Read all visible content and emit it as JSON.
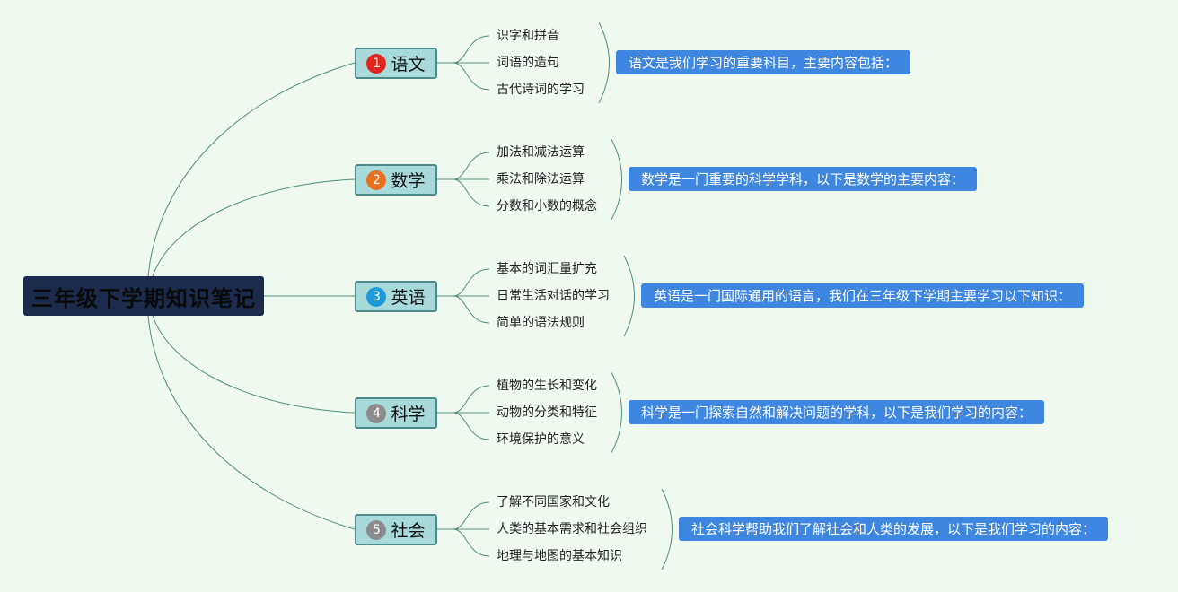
{
  "root": {
    "title": "三年级下学期知识笔记"
  },
  "topics": [
    {
      "number": "1",
      "label": "语文",
      "badge_color": "#e0261c",
      "items": [
        "识字和拼音",
        "词语的造句",
        "古代诗词的学习"
      ],
      "summary": "语文是我们学习的重要科目，主要内容包括："
    },
    {
      "number": "2",
      "label": "数学",
      "badge_color": "#e8701f",
      "items": [
        "加法和减法运算",
        "乘法和除法运算",
        "分数和小数的概念"
      ],
      "summary": "数学是一门重要的科学学科，以下是数学的主要内容："
    },
    {
      "number": "3",
      "label": "英语",
      "badge_color": "#1f9ad8",
      "items": [
        "基本的词汇量扩充",
        "日常生活对话的学习",
        "简单的语法规则"
      ],
      "summary": "英语是一门国际通用的语言，我们在三年级下学期主要学习以下知识："
    },
    {
      "number": "4",
      "label": "科学",
      "badge_color": "#8c8c8c",
      "items": [
        "植物的生长和变化",
        "动物的分类和特征",
        "环境保护的意义"
      ],
      "summary": "科学是一门探索自然和解决问题的学科，以下是我们学习的内容："
    },
    {
      "number": "5",
      "label": "社会",
      "badge_color": "#8c8c8c",
      "items": [
        "了解不同国家和文化",
        "人类的基本需求和社会组织",
        "地理与地图的基本知识"
      ],
      "summary": "社会科学帮助我们了解社会和人类的发展，以下是我们学习的内容："
    }
  ],
  "colors": {
    "background": "#f0f9ef",
    "root_fill": "#1b2b4c",
    "topic_fill": "#a9dada",
    "topic_border": "#4b8a88",
    "summary_fill": "#3f86e0",
    "line": "#4f8f7c"
  }
}
